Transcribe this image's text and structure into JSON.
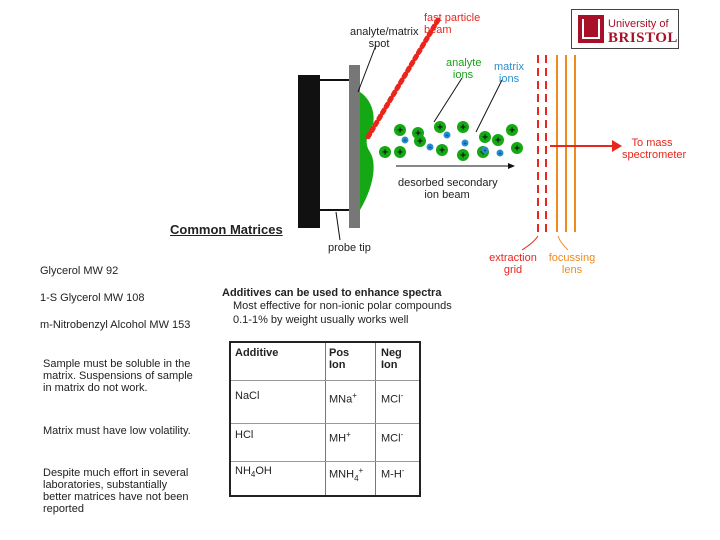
{
  "logo": {
    "line1": "University of",
    "line2": "BRISTOL"
  },
  "diagram": {
    "analyte_matrix_spot": "analyte/matrix\nspot",
    "fast_particle_beam": "fast particle\nbeam",
    "analyte_ions": "analyte\nions",
    "matrix_ions": "matrix\nions",
    "to_mass_spectrometer": "To mass\nspectrometer",
    "desorbed_beam": "desorbed secondary\nion beam",
    "probe_tip": "probe tip",
    "extraction_grid": "extraction\ngrid",
    "focussing_lens": "focussing\nlens",
    "plus_sign": "+",
    "colors": {
      "red": "#e8261e",
      "green": "#1aa01a",
      "blue": "#2a8fd0",
      "orange": "#f08a1c",
      "ion_fill": "#14a814"
    }
  },
  "heading": "Common Matrices",
  "matrices": [
    "Glycerol  MW 92",
    "1-S Glycerol  MW 108",
    "m-Nitrobenzyl Alcohol   MW 153"
  ],
  "additives": {
    "title": "Additives can be used to enhance spectra",
    "line1": "Most effective for non-ionic polar compounds",
    "line2": "0.1-1% by weight usually works well"
  },
  "notes": [
    "Sample must be soluble in the matrix.  Suspensions of sample in matrix do not work.",
    "Matrix must have low volatility.",
    "Despite much effort in several laboratories, substantially better matrices have not been reported"
  ],
  "table": {
    "headers": [
      "Additive",
      "Pos Ion",
      "Neg Ion"
    ],
    "rows": [
      [
        "NaCl",
        "MNa",
        "MCl"
      ],
      [
        "HCl",
        "MH",
        "MCl"
      ],
      [
        "NH4OH",
        "MNH4",
        "M-H"
      ]
    ],
    "pos_superscripts": [
      "+",
      "+",
      "+"
    ],
    "neg_superscripts": [
      "-",
      "-",
      "-"
    ],
    "subscripts": {
      "nh4": "4",
      "mnh4": "4"
    }
  }
}
